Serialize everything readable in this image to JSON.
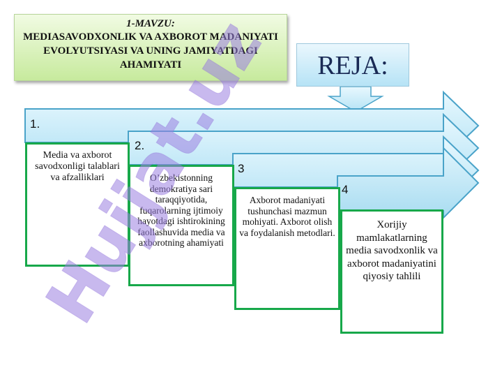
{
  "title": {
    "topic": "1-MAVZU:",
    "main": "MEDIASAVODXONLIK VA AXBOROT MADANIYATI EVOLYUTSIYASI VA UNING JAMIYATDAGI AHAMIYATI"
  },
  "plan": {
    "heading": "REJA:"
  },
  "steps": [
    {
      "number": "1.",
      "text": "Media va axborot savodxonligi talablari va afzalliklari"
    },
    {
      "number": "2.",
      "text": "O’zbekistonning demokratiya sari taraqqiyotida, fuqarolarning ijtimoiy hayotdagi ishtirokining faollashuvida media va axborotning ahamiyati"
    },
    {
      "number": "3",
      "text": "Axborot madaniyati tushunchasi mazmun mohiyati. Axborot olish va foydalanish metodlari."
    },
    {
      "number": "4",
      "text": "Xorijiy mamlakatlarning media savodxonlik va axborot madaniyatini qiyosiy tahlili"
    }
  ],
  "watermark": {
    "text": "Hujjat.uz"
  },
  "colors": {
    "arrow_fill": "#c6ecfa",
    "arrow_stroke": "#4aa3c9",
    "column_border": "#17a84a",
    "title_fill": "#c7ea9d"
  }
}
